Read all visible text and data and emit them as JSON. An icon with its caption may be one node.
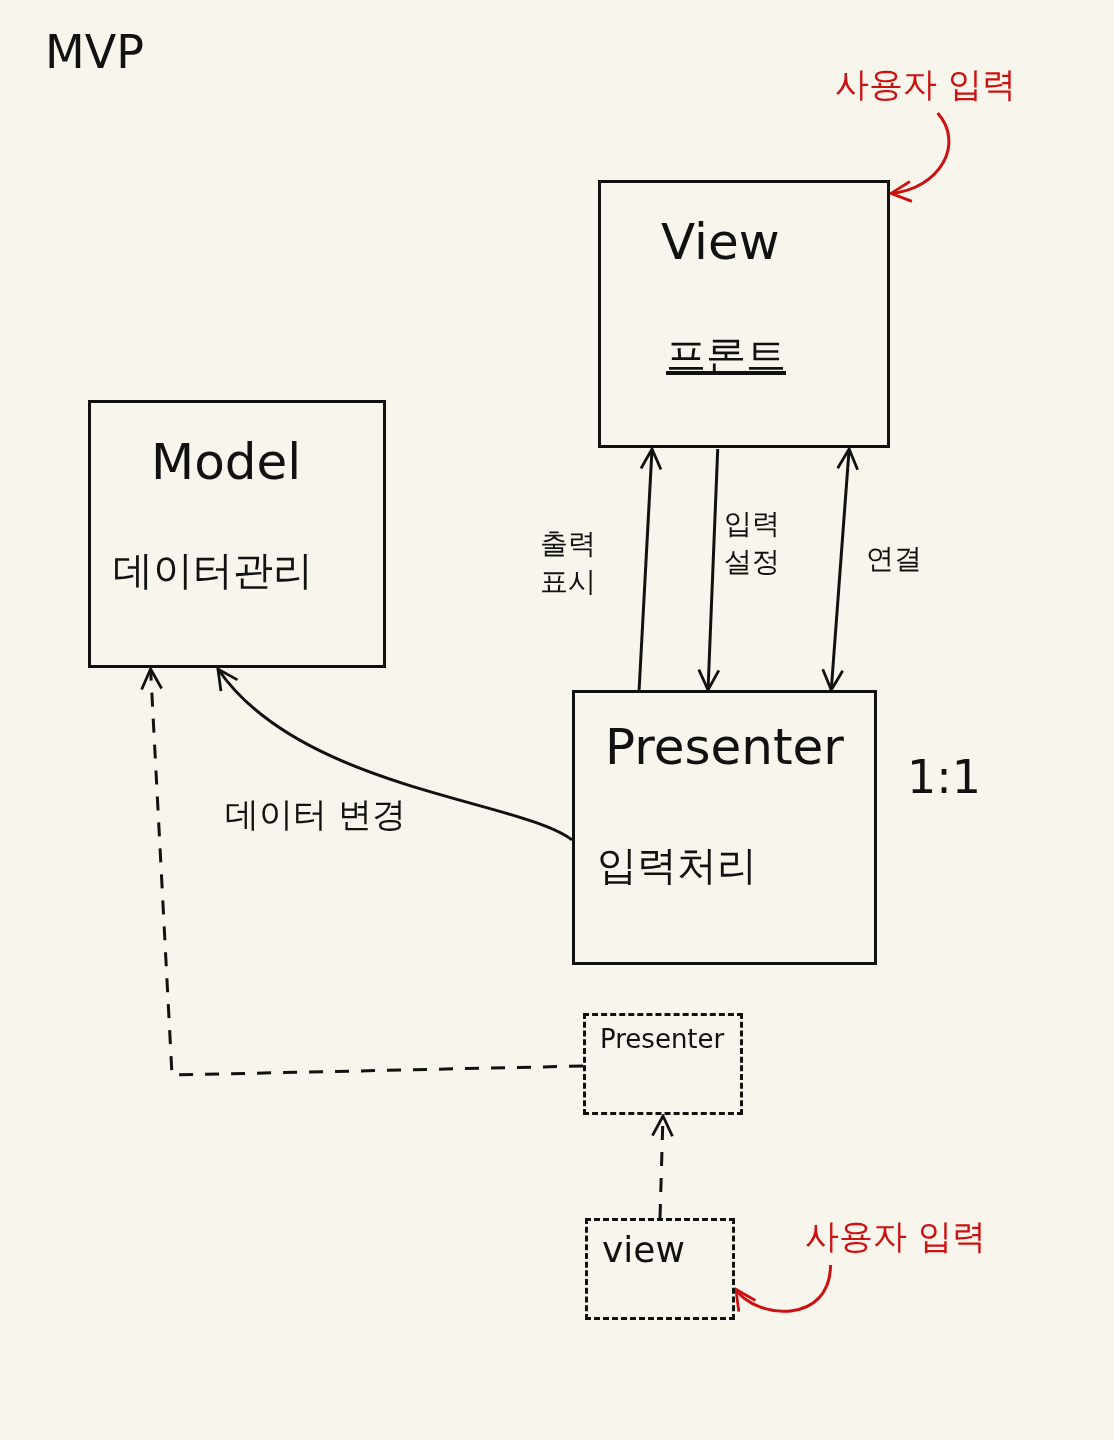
{
  "diagram": {
    "title": "MVP",
    "nodes": [
      {
        "text": [
          "View",
          "프론트"
        ]
      },
      {
        "text": [
          "Model",
          "데이터관리"
        ]
      },
      {
        "text": [
          "Presenter",
          "입력처리"
        ],
        "beside": [
          "1:1"
        ]
      },
      {
        "text": [
          "사용자 입력"
        ]
      },
      {
        "text": [
          "Presenter"
        ]
      },
      {
        "text": [
          "view"
        ]
      },
      {
        "text": [
          "사용자 입력"
        ]
      }
    ],
    "edges": [
      {
        "from": 2,
        "to": 0,
        "arrow": "to",
        "label": "출력 표시"
      },
      {
        "from": 0,
        "to": 2,
        "arrow": "to",
        "label": "입력 설정"
      },
      {
        "from": 0,
        "to": 2,
        "arrow": "both",
        "label": "연결"
      },
      {
        "from": 2,
        "to": 1,
        "arrow": "to",
        "label": "데이터 변경"
      },
      {
        "from": 4,
        "to": 1,
        "arrow": "to",
        "style": "dashed"
      },
      {
        "from": 5,
        "to": 4,
        "arrow": "to",
        "style": "dashed"
      },
      {
        "from": 3,
        "to": 0,
        "arrow": "to",
        "color": "#cc1111"
      },
      {
        "from": 6,
        "to": 5,
        "arrow": "to",
        "color": "#cc1111"
      }
    ]
  }
}
